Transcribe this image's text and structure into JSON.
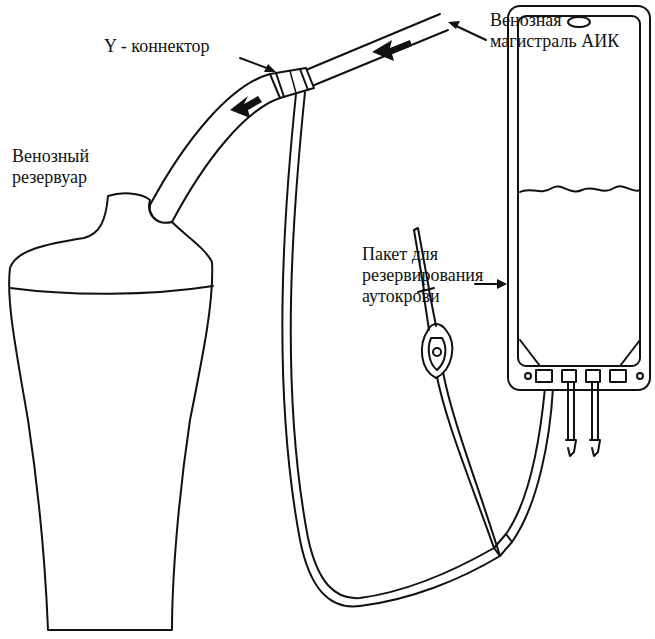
{
  "diagram": {
    "labels": [
      "Y - коннектор",
      "Венозная магистраль АИК",
      "Венозный резервуар",
      "Пакет для резервирования аутокрови"
    ]
  }
}
